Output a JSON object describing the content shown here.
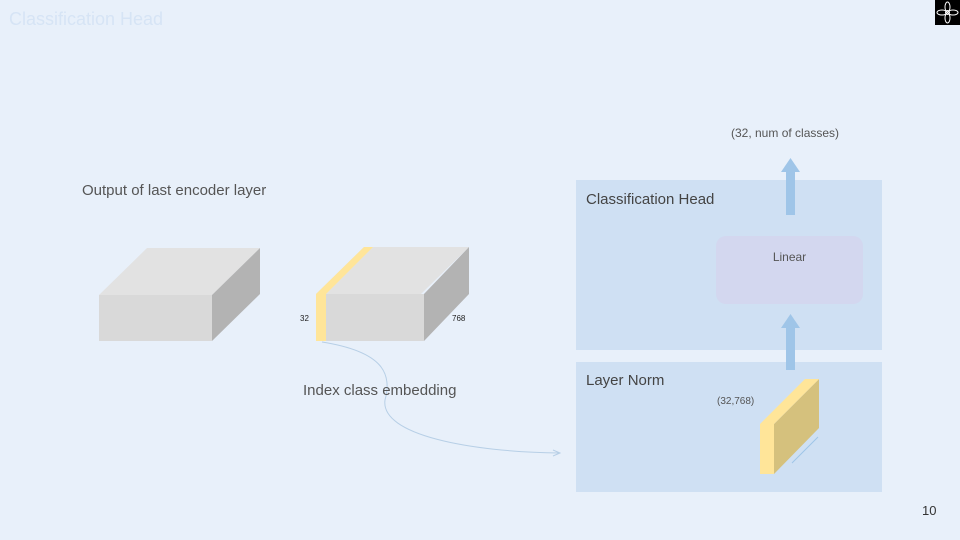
{
  "slide": {
    "title": "Classification Head",
    "page_number": "10"
  },
  "left": {
    "caption": "Output of last encoder layer",
    "tensor_rows_label": "32",
    "tensor_dim_label": "768",
    "index_caption": "Index class embedding"
  },
  "right": {
    "output_shape": "(32, num of classes)",
    "classification_head_title": "Classification Head",
    "linear_label": "Linear",
    "layer_norm_title": "Layer Norm",
    "embedding_shape": "(32,768)"
  },
  "colors": {
    "background": "#e8f0fa",
    "panel": "#cfe0f3",
    "linear_box": "#d3d7ef",
    "arrow": "#9fc5e8",
    "cube_front": "#d9d9d9",
    "cube_top": "#e2e2e2",
    "cube_side": "#b3b3b3",
    "embedding": "#ffe599"
  }
}
